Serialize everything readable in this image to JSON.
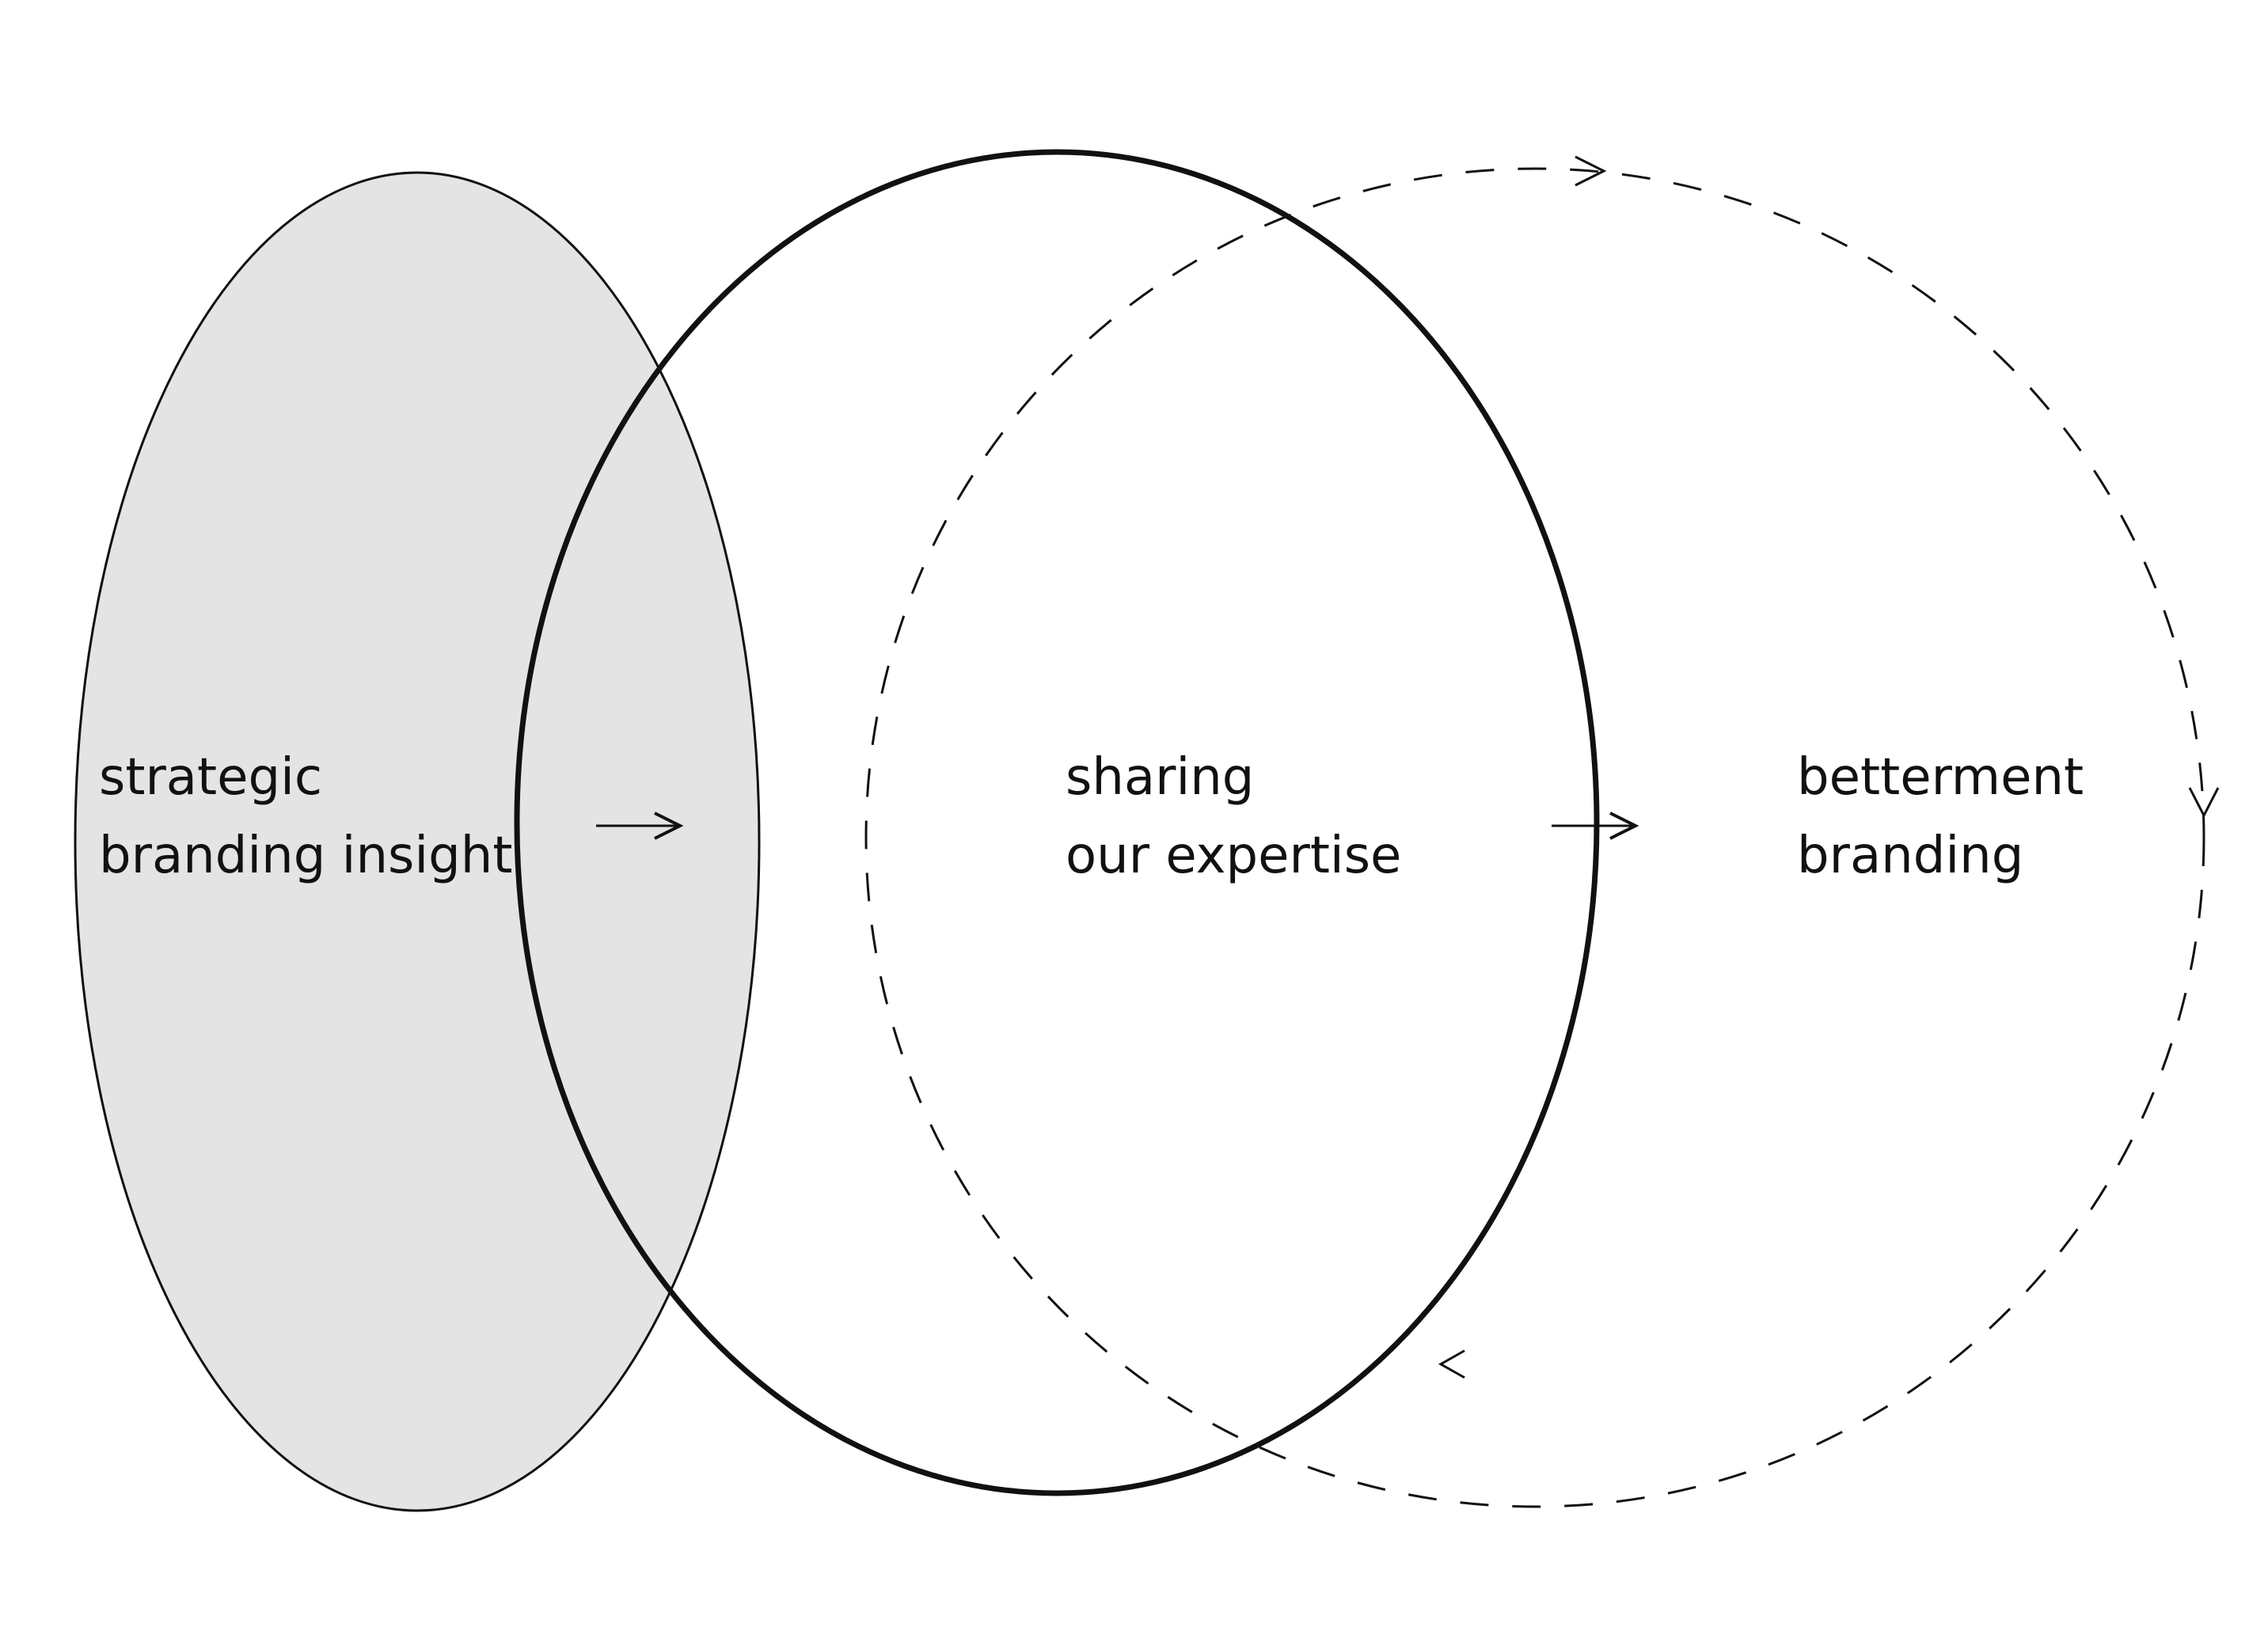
{
  "nodes": [
    {
      "id": "insight",
      "lines": [
        "strategic",
        "branding insight"
      ],
      "fill": "#e4e4e4"
    },
    {
      "id": "expertise",
      "lines": [
        "sharing",
        "our expertise"
      ],
      "fill": "#ffffff"
    },
    {
      "id": "betterment",
      "lines": [
        "betterment",
        "branding"
      ],
      "fill": "none"
    }
  ],
  "colors": {
    "stroke": "#111111",
    "shaded": "#e4e4e4"
  }
}
